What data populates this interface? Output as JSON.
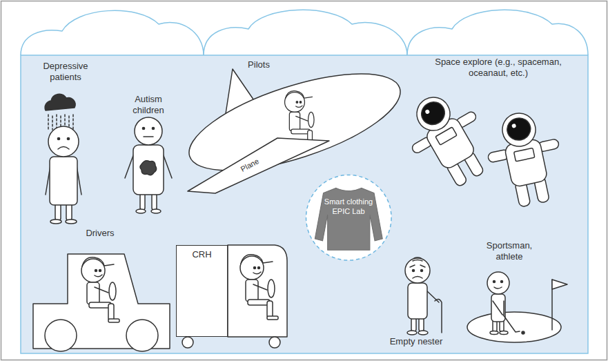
{
  "diagram": {
    "nodes": [
      {
        "text": [
          "Plane"
        ]
      },
      {
        "text": [
          "Smart clothing",
          "EPIC Lab"
        ]
      },
      {
        "text": [
          "CRH"
        ]
      }
    ],
    "labels": [
      "Depressive patients",
      "Autism children",
      "Pilots",
      "Space explore (e.g., spaceman, oceanaut, etc.)",
      "Drivers",
      "Sportsman, athlete",
      "Empty nester"
    ]
  }
}
